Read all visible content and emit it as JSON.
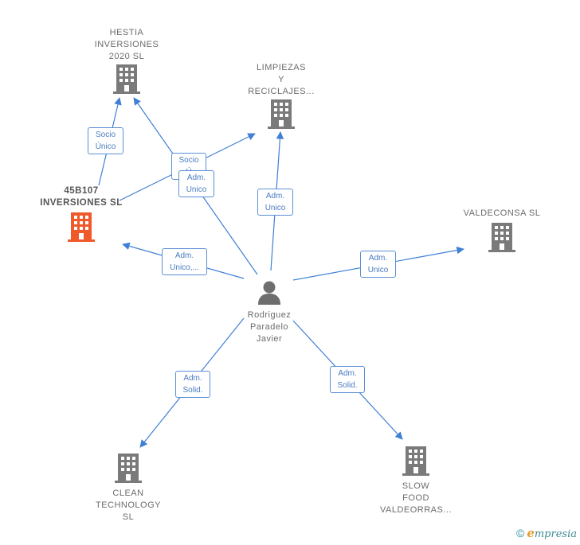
{
  "nodes": {
    "hestia": "HESTIA\nINVERSIONES\n2020  SL",
    "limpiezas": "LIMPIEZAS\nY\nRECICLAJES...",
    "b107": "45B107\nINVERSIONES SL",
    "valdeconsa": "VALDECONSA SL",
    "person": "Rodriguez\nParadelo\nJavier",
    "clean": "CLEAN\nTECHNOLOGY\nSL",
    "slowfood": "SLOW\nFOOD\nVALDEORRAS..."
  },
  "edges": {
    "b107_hestia": "Socio\nÚnico",
    "b107_limpiezas": "Socio\nÚ",
    "person_hestia": "Adm.\nUnico",
    "person_limpiezas": "Adm.\nUnico",
    "person_b107": "Adm.\nUnico,...",
    "person_valdeconsa": "Adm.\nUnico",
    "person_clean": "Adm.\nSolid.",
    "person_slowfood": "Adm.\nSolid."
  },
  "colors": {
    "edge": "#3f7fd6",
    "building": "#7a7a7a",
    "focus_building": "#f0592a",
    "person": "#6e6e6e"
  },
  "icons": {
    "company": "building-icon",
    "person": "person-icon"
  },
  "footer": {
    "copyright": "©",
    "brand_initial": "e",
    "brand_rest": "mpresia"
  }
}
